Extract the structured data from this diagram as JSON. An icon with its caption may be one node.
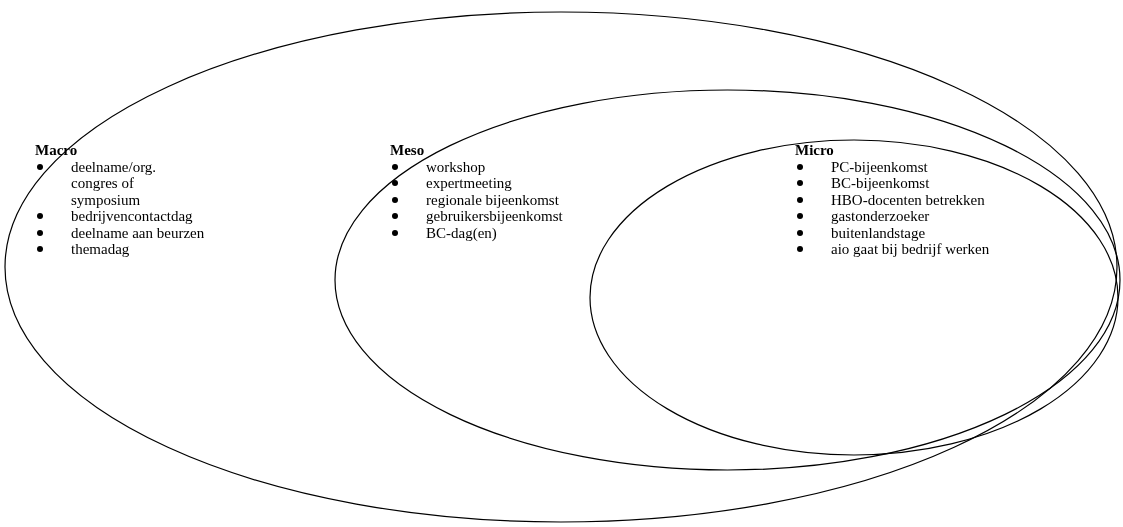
{
  "diagram": {
    "nodes": [
      {
        "text": [
          "Macro",
          "deelname/org. congres of symposium",
          "bedrijvencontactdag",
          "deelname aan beurzen",
          "themadag"
        ]
      },
      {
        "text": [
          "Meso",
          "workshop",
          "expertmeeting",
          "regionale bijeenkomst",
          "gebruikersbijeenkomst",
          "BC-dag(en)"
        ],
        "in": 0
      },
      {
        "text": [
          "Micro",
          "PC-bijeenkomst",
          "BC-bijeenkomst",
          "HBO-docenten betrekken",
          "gastonderzoeker",
          "buitenlandstage",
          "aio gaat bij bedrijf werken"
        ],
        "in": 1
      }
    ]
  }
}
